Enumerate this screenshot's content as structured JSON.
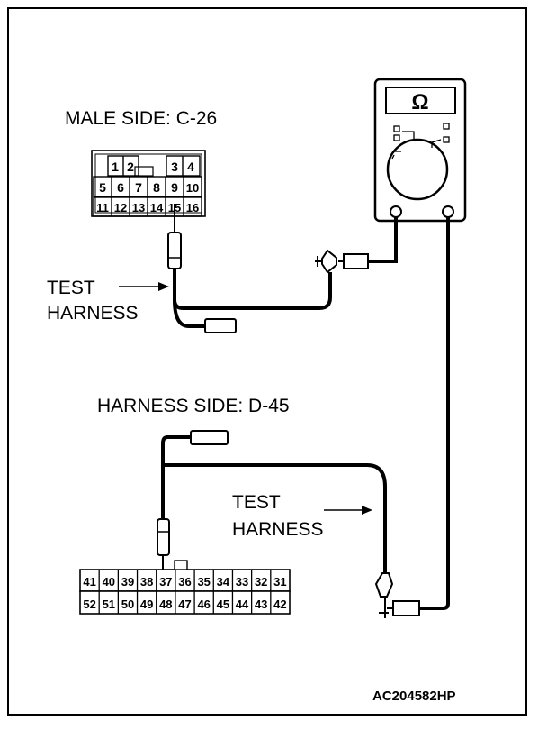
{
  "labels": {
    "male_side": "MALE SIDE: C-26",
    "harness_side": "HARNESS SIDE: D-45",
    "test_harness_top_line1": "TEST",
    "test_harness_top_line2": "HARNESS",
    "test_harness_bottom_line1": "TEST",
    "test_harness_bottom_line2": "HARNESS",
    "figure_code": "AC204582HP"
  },
  "meter": {
    "symbol": "Ω",
    "icon": "ohmmeter-icon"
  },
  "connector_c26": {
    "row1": [
      "1",
      "2",
      "",
      "",
      "3",
      "4"
    ],
    "row2": [
      "5",
      "6",
      "7",
      "8",
      "9",
      "10"
    ],
    "row3": [
      "11",
      "12",
      "13",
      "14",
      "15",
      "16"
    ],
    "probed_pin": "15"
  },
  "connector_d45": {
    "row1": [
      "41",
      "40",
      "39",
      "38",
      "37",
      "36",
      "35",
      "34",
      "33",
      "32",
      "31"
    ],
    "row2": [
      "52",
      "51",
      "50",
      "49",
      "48",
      "47",
      "46",
      "45",
      "44",
      "43",
      "42"
    ],
    "probed_pin": "37"
  }
}
